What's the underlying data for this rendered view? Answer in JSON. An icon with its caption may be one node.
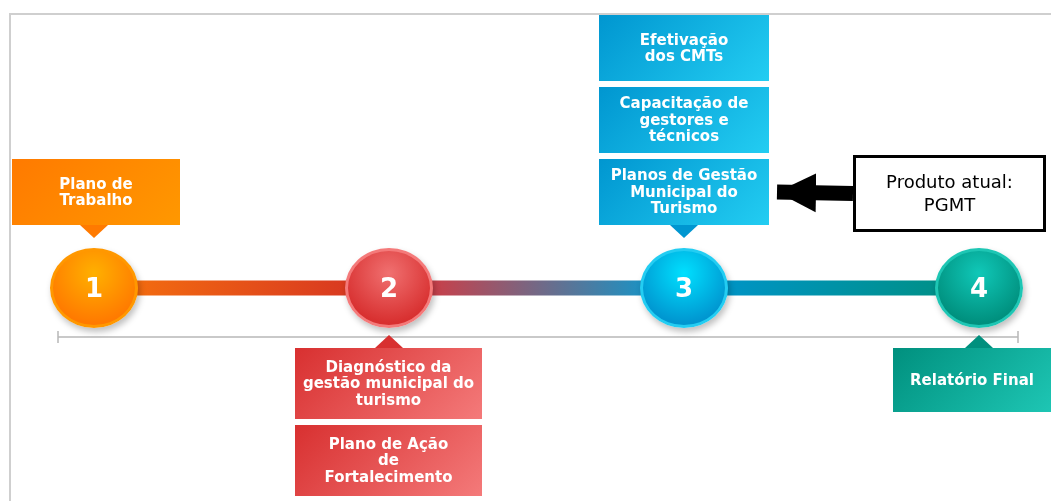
{
  "diagram": {
    "nodes": [
      {
        "text": [
          "1"
        ]
      },
      {
        "text": [
          "2"
        ]
      },
      {
        "text": [
          "3"
        ]
      },
      {
        "text": [
          "4"
        ]
      },
      {
        "text": [
          "Plano de Trabalho"
        ]
      },
      {
        "text": [
          "Diagnóstico da gestão municipal do turismo"
        ]
      },
      {
        "text": [
          "Plano de Ação de Fortalecimento"
        ]
      },
      {
        "text": [
          "Efetivação dos CMTs"
        ]
      },
      {
        "text": [
          "Capacitação de gestores e técnicos"
        ]
      },
      {
        "text": [
          "Planos de Gestão Municipal do Turismo"
        ]
      },
      {
        "text": [
          "Relatório Final"
        ]
      },
      {
        "text": [
          "Produto atual: PGMT"
        ]
      }
    ],
    "edges": [
      {
        "from": 0,
        "to": 1,
        "arrow": "none"
      },
      {
        "from": 1,
        "to": 2,
        "arrow": "none"
      },
      {
        "from": 2,
        "to": 3,
        "arrow": "none"
      },
      {
        "from": 11,
        "to": 9,
        "arrow": "to",
        "color": "#000000"
      }
    ]
  }
}
